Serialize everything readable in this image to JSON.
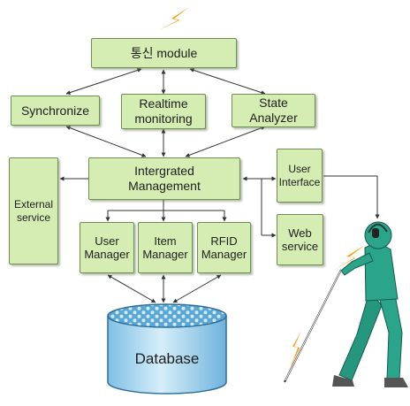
{
  "boxes": {
    "comm": "통신 module",
    "sync": "Synchronize",
    "realtime": "Realtime\nmonitoring",
    "state": "State\nAnalyzer",
    "integrated": "Intergrated\nManagement",
    "external": "External\nservice",
    "user_interface": "User\nInterface",
    "web_service": "Web\nservice",
    "user_manager": "User\nManager",
    "item_manager": "Item\nManager",
    "rfid_manager": "RFID\nManager"
  },
  "database": {
    "label": "Database"
  },
  "colors": {
    "box_fill": "#d5edb3",
    "box_border": "#6e8f52",
    "database_fill": "#9fd0ea",
    "person": "#2aa58a",
    "lightning": "#f5a21b"
  },
  "icons": [
    "lightning-icon",
    "database-cylinder",
    "walking-person-with-cane",
    "headset-icon"
  ]
}
